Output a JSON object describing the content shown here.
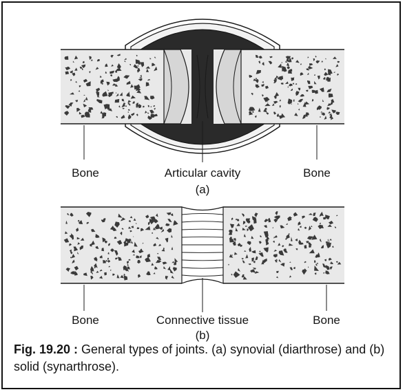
{
  "figure_a": {
    "label_left": "Bone",
    "label_center": "Articular cavity",
    "label_right": "Bone",
    "sublabel": "(a)"
  },
  "figure_b": {
    "label_left": "Bone",
    "label_center": "Connective tissue",
    "label_right": "Bone",
    "sublabel": "(b)"
  },
  "caption": {
    "prefix": "Fig. 19.20 :",
    "text": " General types of joints. (a) synovial (diarthrose) and (b) solid (synarthrose)."
  },
  "colors": {
    "bone_fill": "#e9e9e9",
    "speckle": "#3a3a3a",
    "cavity_dark": "#2a2a2a",
    "cartilage": "#d6d6d6",
    "outline": "#1a1a1a"
  }
}
